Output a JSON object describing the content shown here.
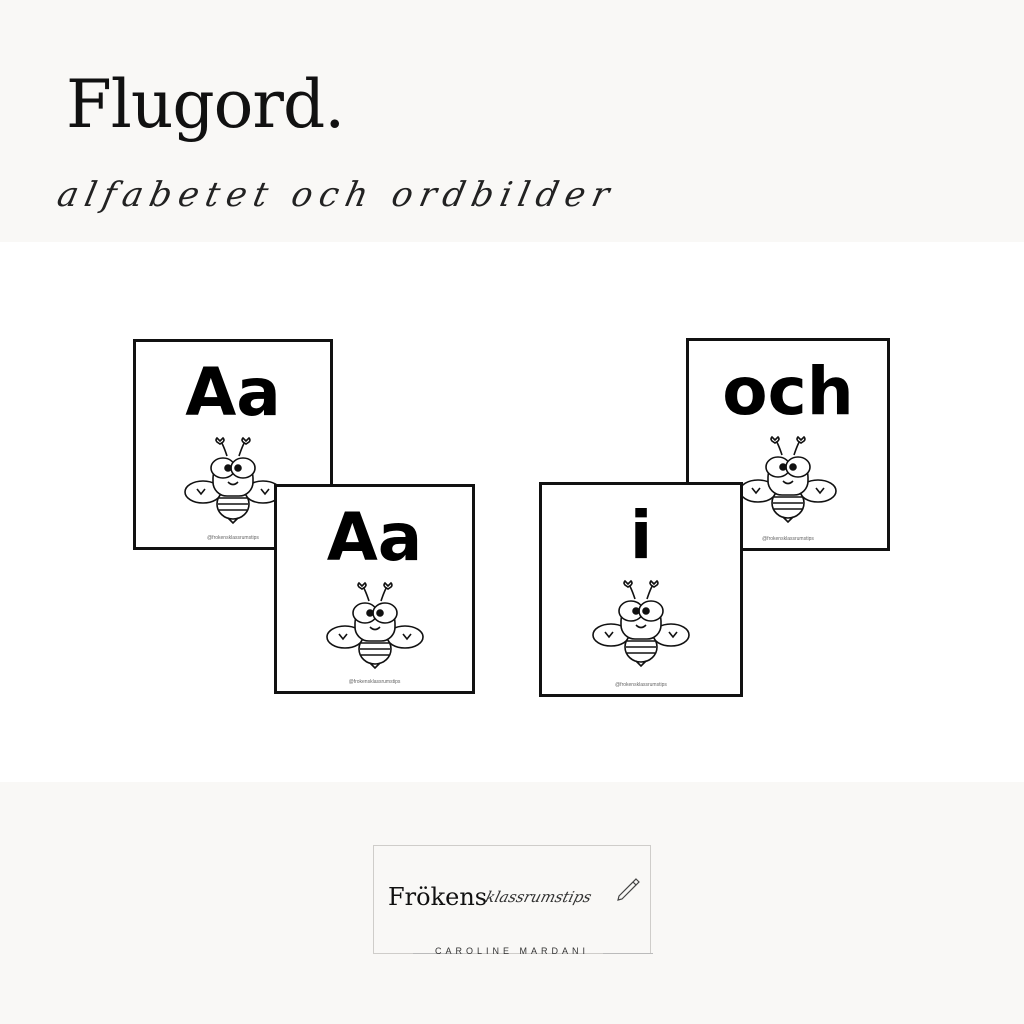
{
  "header": {
    "title": "Flugord.",
    "subtitle": "alfabetet och ordbilder"
  },
  "cards": [
    {
      "word": "Aa",
      "credit": "@frokensklassrumstips",
      "icon": "bee-icon"
    },
    {
      "word": "Aa",
      "credit": "@frokensklassrumstips",
      "icon": "bee-icon"
    },
    {
      "word": "i",
      "credit": "@frokensklassrumstips",
      "icon": "bee-icon"
    },
    {
      "word": "och",
      "credit": "@frokensklassrumstips",
      "icon": "bee-icon"
    }
  ],
  "logo": {
    "brand": "Frökens",
    "script": "klassrumstips",
    "author": "CAROLINE MARDANI",
    "icon": "pen-icon"
  },
  "colors": {
    "background_band": "#f9f8f6",
    "ink": "#111111"
  }
}
